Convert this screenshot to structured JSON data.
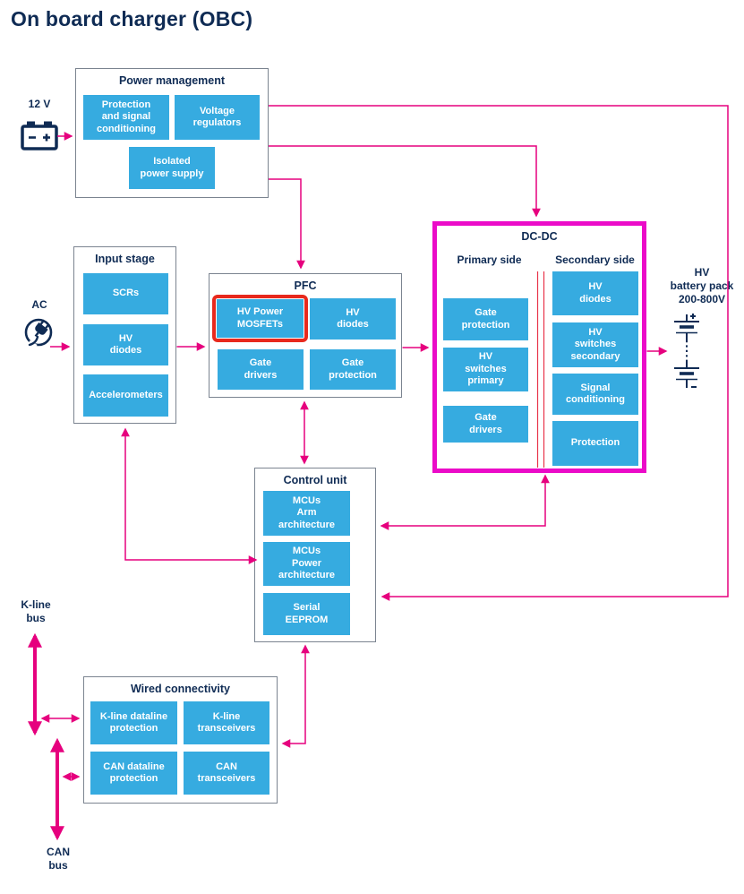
{
  "title": "On board charger (OBC)",
  "colors": {
    "navy": "#0F2B54",
    "blue": "#36ABE0",
    "pink": "#E6007E",
    "magenta": "#EB0BC8",
    "red": "#E8291D",
    "gray": "#7B8490",
    "iso": "#E8344A"
  },
  "inputs": {
    "dc": "12 V",
    "ac": "AC"
  },
  "output": {
    "hv_battery": "HV\nbattery pack\n200-800V"
  },
  "buses": {
    "kline": "K-line\nbus",
    "can": "CAN\nbus"
  },
  "blocks": {
    "power_management": {
      "title": "Power management",
      "items": [
        "Protection\nand signal\nconditioning",
        "Voltage\nregulators",
        "Isolated\npower supply"
      ]
    },
    "input_stage": {
      "title": "Input stage",
      "items": [
        "SCRs",
        "HV\ndiodes",
        "Accelerometers"
      ]
    },
    "pfc": {
      "title": "PFC",
      "items": [
        "HV Power\nMOSFETs",
        "HV\ndiodes",
        "Gate\ndrivers",
        "Gate\nprotection"
      ],
      "highlighted_item": "HV Power\nMOSFETs"
    },
    "dcdc": {
      "title": "DC-DC",
      "primary_header": "Primary side",
      "secondary_header": "Secondary side",
      "primary_items": [
        "Gate\nprotection",
        "HV\nswitches\nprimary",
        "Gate\ndrivers"
      ],
      "secondary_items": [
        "HV\ndiodes",
        "HV\nswitches\nsecondary",
        "Signal\nconditioning",
        "Protection"
      ]
    },
    "control_unit": {
      "title": "Control unit",
      "items": [
        "MCUs\nArm\narchitecture",
        "MCUs\nPower\narchitecture",
        "Serial\nEEPROM"
      ]
    },
    "wired_connectivity": {
      "title": "Wired connectivity",
      "items": [
        "K-line dataline\nprotection",
        "K-line\ntransceivers",
        "CAN dataline\nprotection",
        "CAN\ntransceivers"
      ]
    }
  }
}
